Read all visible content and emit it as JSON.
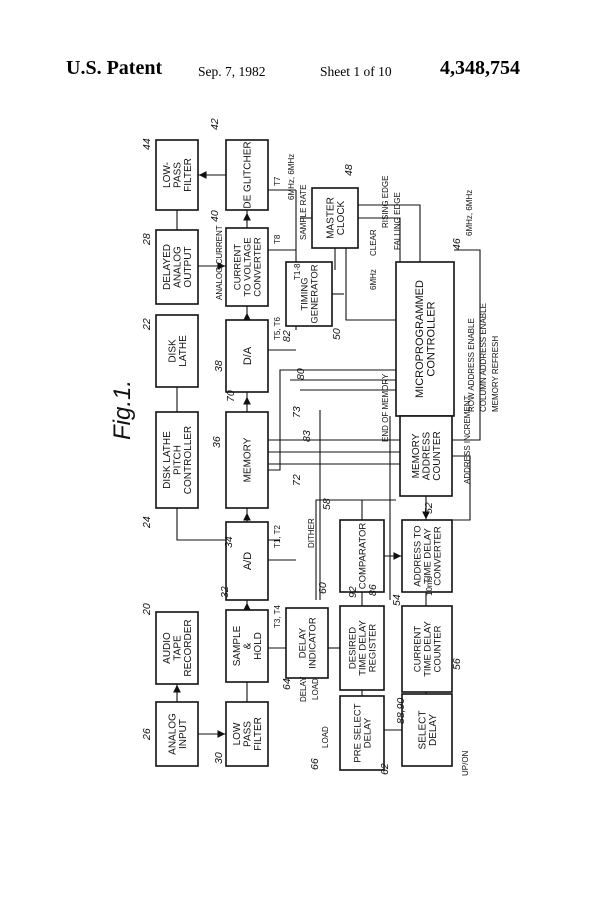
{
  "header": {
    "title": "U.S. Patent",
    "date": "Sep. 7, 1982",
    "sheet": "Sheet 1 of 10",
    "patent_number": "4,348,754"
  },
  "figure": {
    "label": "Fig.1.",
    "blocks": {
      "lowpass_top": [
        "LOW-",
        "PASS",
        "FILTER"
      ],
      "deglitcher": [
        "DE GLITCHER"
      ],
      "delayed_analog_output": [
        "DELAYED",
        "ANALOG",
        "OUTPUT"
      ],
      "current_to_voltage": [
        "CURRENT",
        "TO VOLTAGE",
        "CONVERTER"
      ],
      "master_clock": [
        "MASTER",
        "CLOCK"
      ],
      "timing_generator": [
        "TIMING",
        "GENERATOR"
      ],
      "disk_lathe": [
        "DISK",
        "LATHE"
      ],
      "da": [
        "D/A"
      ],
      "microprogrammed_controller": [
        "MICROPROGRAMMED",
        "CONTROLLER"
      ],
      "disk_lathe_pitch_controller": [
        "DISK LATHE",
        "PITCH",
        "CONTROLLER"
      ],
      "memory": [
        "MEMORY"
      ],
      "memory_address_counter": [
        "MEMORY",
        "ADDRESS",
        "COUNTER"
      ],
      "ad": [
        "A/D"
      ],
      "comparator": [
        "COMPARATOR"
      ],
      "address_to_time_delay": [
        "ADDRESS TO",
        "TIME DELAY",
        "CONVERTER"
      ],
      "audio_tape_recorder": [
        "AUDIO",
        "TAPE",
        "RECORDER"
      ],
      "sample_hold": [
        "SAMPLE",
        "&",
        "HOLD"
      ],
      "delay_indicator": [
        "DELAY",
        "INDICATOR"
      ],
      "desired_time_delay_register": [
        "DESIRED",
        "TIME DELAY",
        "REGISTER"
      ],
      "current_time_delay_counter": [
        "CURRENT",
        "TIME DELAY",
        "COUNTER"
      ],
      "analog_input": [
        "ANALOG",
        "INPUT"
      ],
      "low_pass_filter": [
        "LOW",
        "PASS",
        "FILTER"
      ],
      "pre_select_delay": [
        "PRE SELECT",
        "DELAY"
      ],
      "select_delay": [
        "SELECT",
        "DELAY"
      ]
    },
    "ref_numbers": [
      "44",
      "42",
      "28",
      "40",
      "48",
      "22",
      "38",
      "50",
      "82",
      "46",
      "24",
      "36",
      "70",
      "73",
      "83",
      "72",
      "34",
      "58",
      "52",
      "20",
      "32",
      "60",
      "92",
      "86",
      "54",
      "56",
      "26",
      "30",
      "64",
      "66",
      "88,90",
      "62",
      "80"
    ],
    "signal_labels": {
      "t7": "T7",
      "t8": "T8",
      "t5t6": "T5, T6",
      "t1t2": "T1, T2",
      "t3t4": "T3, T4",
      "t1_8": "T1-8",
      "clk_6mhz_a": "6MHz, 6MHz",
      "sample_rate": "SAMPLE RATE",
      "clk_6mhz_b": "6MHz, 6MHz",
      "clk_6mhz_c": "6MHz",
      "analog_current": "ANALOG CURRENT",
      "clear": "CLEAR",
      "rising_edge": "RISING EDGE",
      "falling_edge": "FALLING EDGE",
      "row_addr": "ROW ADDRESS ENABLE",
      "col_addr": "COLUMN ADDRESS ENABLE",
      "mem_refresh": "MEMORY REFRESH",
      "end_of_memory": "END OF MEMORY",
      "address_increment": "ADDRESS INCREMENT",
      "dither": "DITHER",
      "ten_ms": "10ms",
      "delay_load": "DELAY",
      "delay_load2": "LOAD",
      "load": "LOAD",
      "up_on": "UP/ON"
    }
  }
}
